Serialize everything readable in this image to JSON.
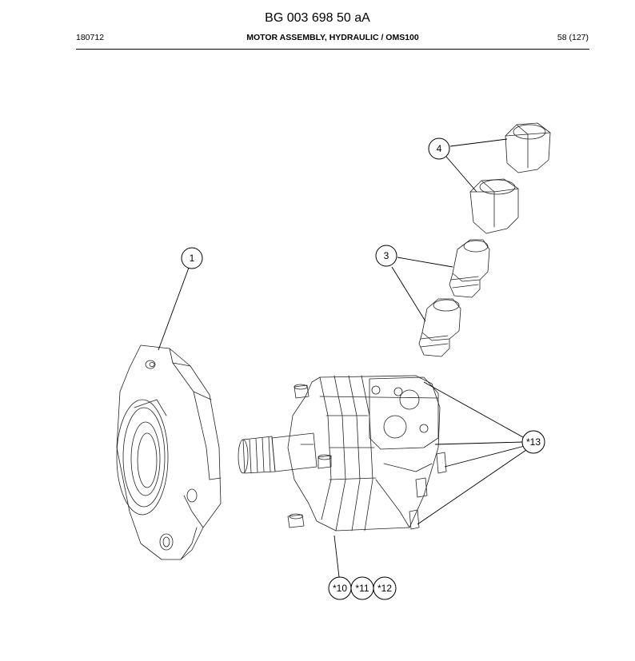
{
  "header": {
    "doc_number": "BG 003 698 50 aA",
    "code": "180712",
    "section_title": "MOTOR ASSEMBLY, HYDRAULIC / OMS100",
    "page": "58 (127)"
  },
  "callouts": {
    "flange": "1",
    "adapters": "3",
    "caps": "4",
    "seal_a": "*10",
    "seal_b": "*11",
    "seal_c": "*12",
    "bolts": "*13"
  }
}
